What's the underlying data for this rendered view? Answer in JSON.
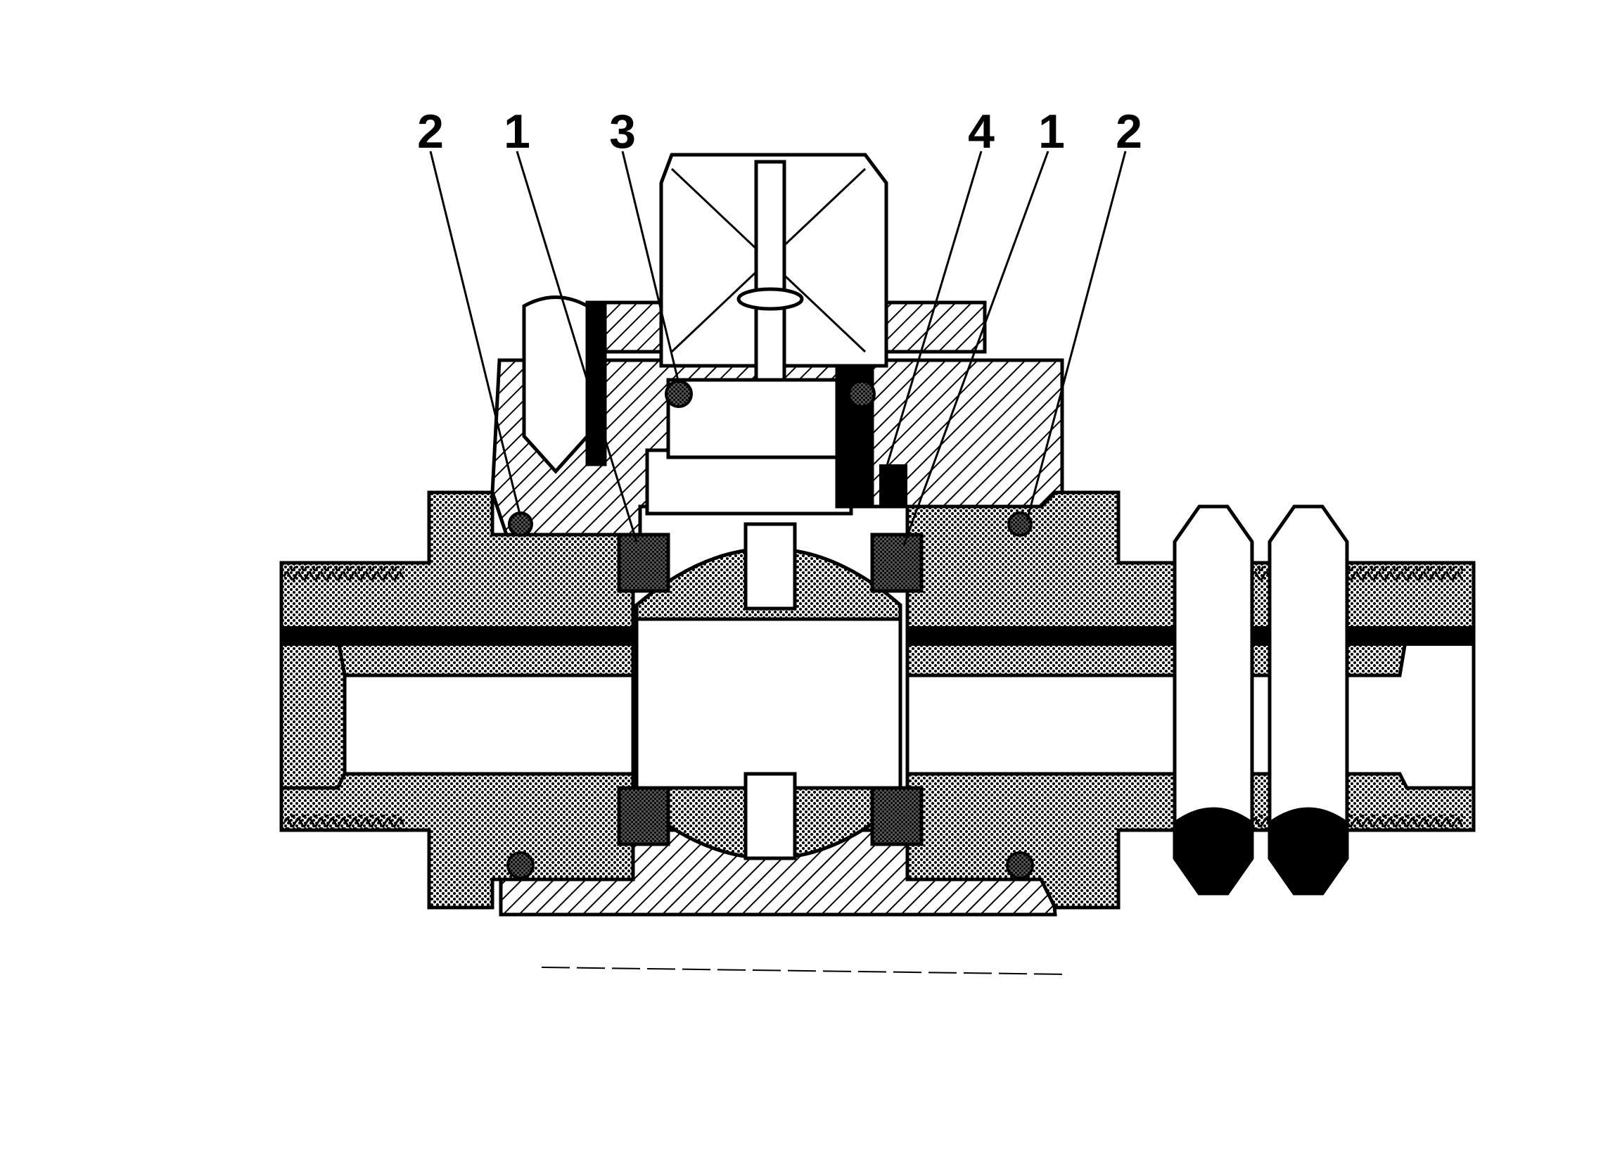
{
  "diagram": {
    "callouts": [
      {
        "id": "left-outer-2",
        "label": "2"
      },
      {
        "id": "left-inner-1",
        "label": "1"
      },
      {
        "id": "stem-seal-3",
        "label": "3"
      },
      {
        "id": "body-seal-4",
        "label": "4"
      },
      {
        "id": "right-inner-1",
        "label": "1"
      },
      {
        "id": "right-outer-2",
        "label": "2"
      }
    ],
    "colors": {
      "ink": "#000000",
      "paper": "#ffffff",
      "fill_gray": "#b8b8b8"
    }
  }
}
